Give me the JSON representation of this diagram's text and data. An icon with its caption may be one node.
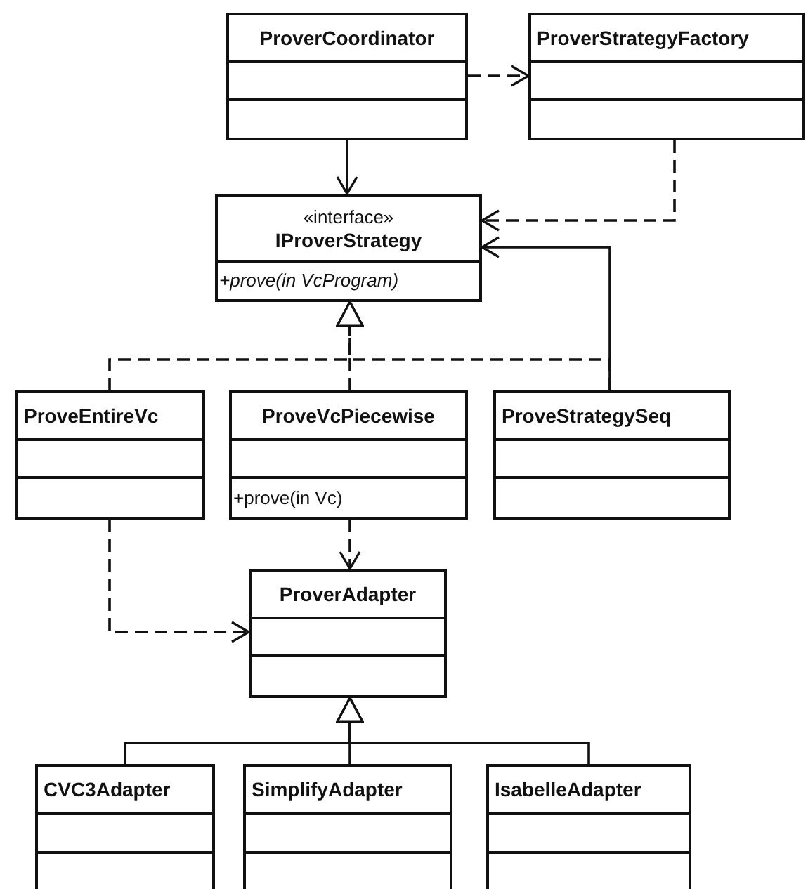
{
  "diagram": {
    "nodes": [
      {
        "text": [
          "ProverCoordinator"
        ]
      },
      {
        "text": [
          "ProverStrategyFactory"
        ]
      },
      {
        "text": [
          "«interface»",
          "IProverStrategy",
          "+prove(in VcProgram)"
        ]
      },
      {
        "text": [
          "ProveEntireVc"
        ]
      },
      {
        "text": [
          "ProveVcPiecewise",
          "+prove(in Vc)"
        ]
      },
      {
        "text": [
          "ProveStrategySeq"
        ]
      },
      {
        "text": [
          "ProverAdapter"
        ]
      },
      {
        "text": [
          "CVC3Adapter"
        ]
      },
      {
        "text": [
          "SimplifyAdapter"
        ]
      },
      {
        "text": [
          "IsabelleAdapter"
        ]
      }
    ],
    "edges": [
      {
        "from": 0,
        "to": 2,
        "arrow": "to"
      },
      {
        "from": 0,
        "to": 1,
        "arrow": "to",
        "style": "dashed"
      },
      {
        "from": 1,
        "to": 2,
        "arrow": "to",
        "style": "dashed"
      },
      {
        "from": 5,
        "to": 2,
        "arrow": "to"
      },
      {
        "from": 3,
        "to": 2,
        "arrow": "to",
        "style": "dashed"
      },
      {
        "from": 4,
        "to": 2,
        "arrow": "to",
        "style": "dashed"
      },
      {
        "from": 5,
        "to": 2,
        "arrow": "to",
        "style": "dashed"
      },
      {
        "from": 3,
        "to": 6,
        "arrow": "to",
        "style": "dashed"
      },
      {
        "from": 4,
        "to": 6,
        "arrow": "to",
        "style": "dashed"
      },
      {
        "from": 7,
        "to": 6,
        "arrow": "to"
      },
      {
        "from": 8,
        "to": 6,
        "arrow": "to"
      },
      {
        "from": 9,
        "to": 6,
        "arrow": "to"
      }
    ]
  }
}
